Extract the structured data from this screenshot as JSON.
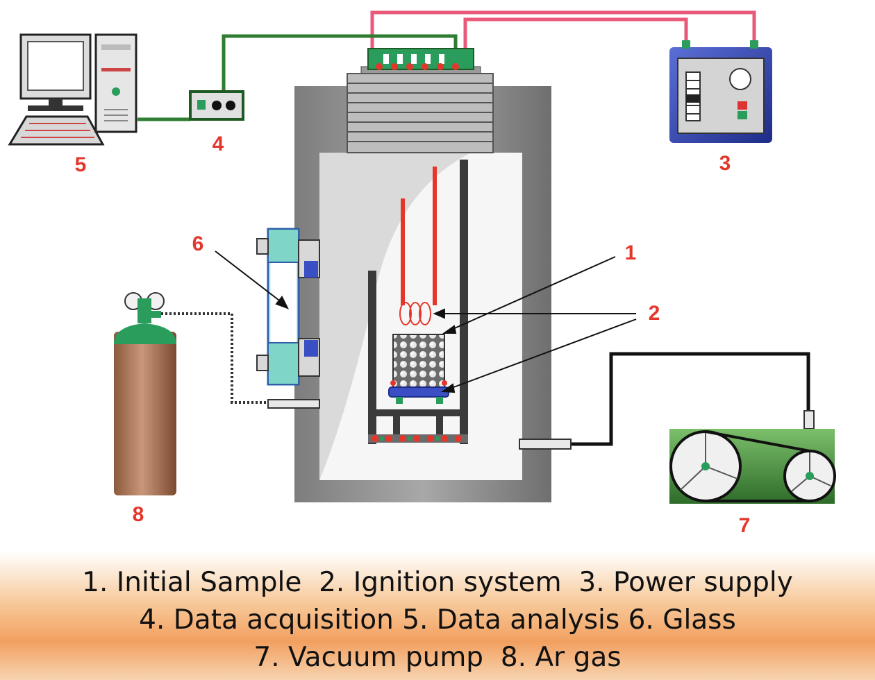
{
  "labels": {
    "n1": "1",
    "n2": "2",
    "n3": "3",
    "n4": "4",
    "n5": "5",
    "n6": "6",
    "n7": "7",
    "n8": "8"
  },
  "legend": [
    "1. Initial Sample  2. Ignition system  3. Power supply",
    "4. Data acquisition 5. Data analysis 6. Glass",
    "7. Vacuum pump  8. Ar gas"
  ],
  "colors": {
    "wire_power": "#e8597a",
    "wire_data": "#2e7d32",
    "chamber": "#8a8a8a",
    "label": "#e4372c",
    "cylinder": "#b07a58"
  }
}
